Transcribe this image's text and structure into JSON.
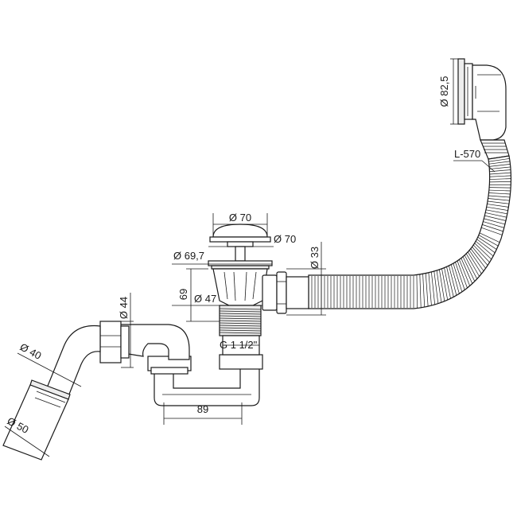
{
  "labels": {
    "d_82_5": "Ø 82,5",
    "l_570": "L-570",
    "d_70_top": "Ø 70",
    "d_70_right": "Ø 70",
    "d_69_7": "Ø 69,7",
    "d_33": "Ø 33",
    "h_69": "69",
    "d_47": "Ø 47",
    "d_44": "Ø 44",
    "thread": "G 1 1/2\"",
    "d_40": "Ø 40",
    "d_50": "Ø 50",
    "w_89": "89"
  }
}
